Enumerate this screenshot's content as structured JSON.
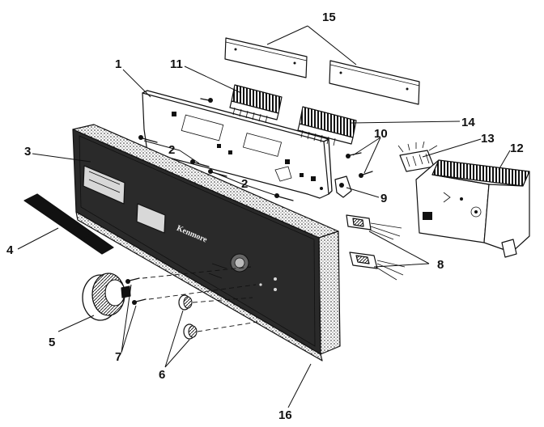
{
  "diagram": {
    "brand_label": "Kenmore",
    "callouts": [
      {
        "id": "c1",
        "text": "1"
      },
      {
        "id": "c2a",
        "text": "2"
      },
      {
        "id": "c2b",
        "text": "2"
      },
      {
        "id": "c3",
        "text": "3"
      },
      {
        "id": "c4",
        "text": "4"
      },
      {
        "id": "c5",
        "text": "5"
      },
      {
        "id": "c6",
        "text": "6"
      },
      {
        "id": "c7",
        "text": "7"
      },
      {
        "id": "c8",
        "text": "8"
      },
      {
        "id": "c9",
        "text": "9"
      },
      {
        "id": "c10",
        "text": "10"
      },
      {
        "id": "c11",
        "text": "11"
      },
      {
        "id": "c12",
        "text": "12"
      },
      {
        "id": "c13",
        "text": "13"
      },
      {
        "id": "c14",
        "text": "14"
      },
      {
        "id": "c15",
        "text": "15"
      },
      {
        "id": "c16",
        "text": "16"
      }
    ]
  }
}
